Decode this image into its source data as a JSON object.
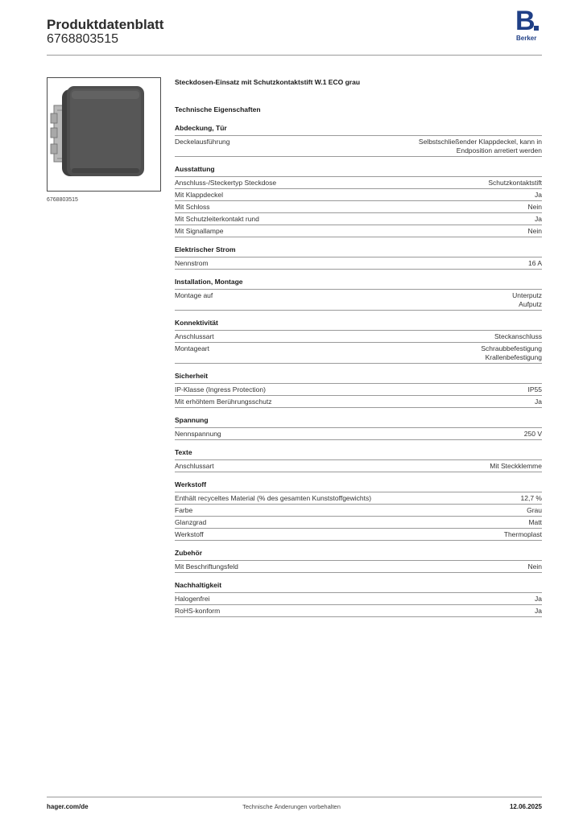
{
  "header": {
    "title": "Produktdatenblatt",
    "number": "6768803515",
    "logo_letter": "B",
    "logo_text": "Berker",
    "logo_color": "#1f3f86"
  },
  "product": {
    "image_caption": "6768803515",
    "name": "Steckdosen-Einsatz mit Schutzkontaktstift W.1 ECO grau",
    "tech_title": "Technische Eigenschaften"
  },
  "sections": [
    {
      "title": "Abdeckung, Tür",
      "rows": [
        {
          "label": "Deckelausführung",
          "value": "Selbstschließender Klappdeckel, kann in\nEndposition arretiert werden"
        }
      ]
    },
    {
      "title": "Ausstattung",
      "rows": [
        {
          "label": "Anschluss-/Steckertyp Steckdose",
          "value": "Schutzkontaktstift"
        },
        {
          "label": "Mit Klappdeckel",
          "value": "Ja"
        },
        {
          "label": "Mit Schloss",
          "value": "Nein"
        },
        {
          "label": "Mit Schutzleiterkontakt rund",
          "value": "Ja"
        },
        {
          "label": "Mit Signallampe",
          "value": "Nein"
        }
      ]
    },
    {
      "title": "Elektrischer Strom",
      "rows": [
        {
          "label": "Nennstrom",
          "value": "16 A"
        }
      ]
    },
    {
      "title": "Installation, Montage",
      "rows": [
        {
          "label": "Montage auf",
          "value": "Unterputz\nAufputz"
        }
      ]
    },
    {
      "title": "Konnektivität",
      "rows": [
        {
          "label": "Anschlussart",
          "value": "Steckanschluss"
        },
        {
          "label": "Montageart",
          "value": "Schraubbefestigung\nKrallenbefestigung"
        }
      ]
    },
    {
      "title": "Sicherheit",
      "rows": [
        {
          "label": "IP-Klasse (Ingress Protection)",
          "value": "IP55"
        },
        {
          "label": "Mit erhöhtem Berührungsschutz",
          "value": "Ja"
        }
      ]
    },
    {
      "title": "Spannung",
      "rows": [
        {
          "label": "Nennspannung",
          "value": "250 V"
        }
      ]
    },
    {
      "title": "Texte",
      "rows": [
        {
          "label": "Anschlussart",
          "value": "Mit Steckklemme"
        }
      ]
    },
    {
      "title": "Werkstoff",
      "rows": [
        {
          "label": "Enthält recyceltes Material (% des gesamten Kunststoffgewichts)",
          "value": "12,7 %"
        },
        {
          "label": "Farbe",
          "value": "Grau"
        },
        {
          "label": "Glanzgrad",
          "value": "Matt"
        },
        {
          "label": "Werkstoff",
          "value": "Thermoplast"
        }
      ]
    },
    {
      "title": "Zubehör",
      "rows": [
        {
          "label": "Mit Beschriftungsfeld",
          "value": "Nein"
        }
      ]
    },
    {
      "title": "Nachhaltigkeit",
      "rows": [
        {
          "label": "Halogenfrei",
          "value": "Ja"
        },
        {
          "label": "RoHS-konform",
          "value": "Ja"
        }
      ]
    }
  ],
  "footer": {
    "website": "hager.com/de",
    "notice": "Technische Änderungen vorbehalten",
    "date": "12.06.2025"
  }
}
